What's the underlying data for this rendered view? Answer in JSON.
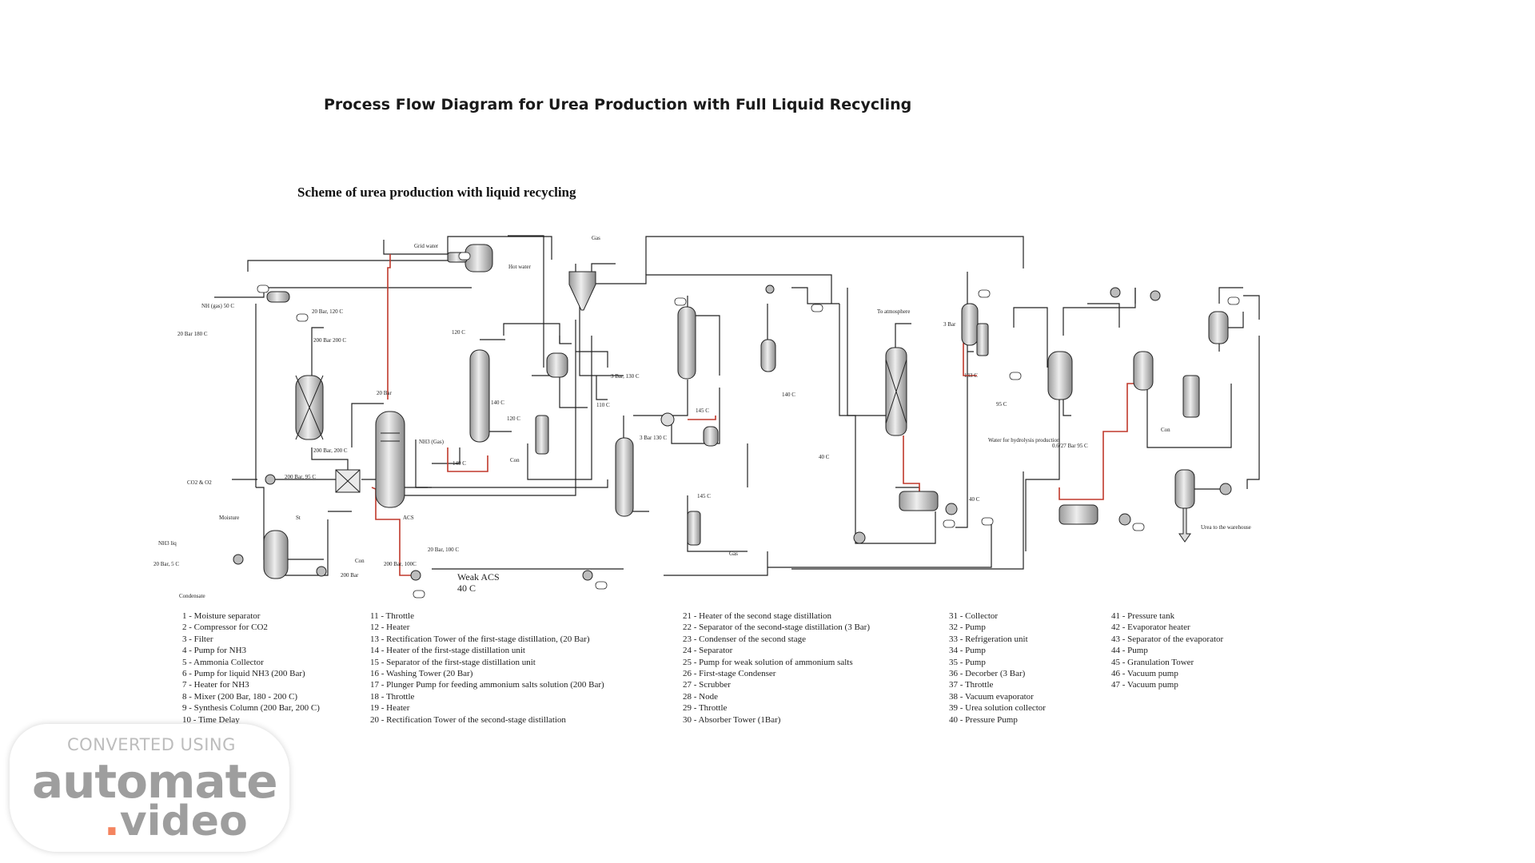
{
  "title": "Process Flow Diagram for Urea Production with Full Liquid Recycling",
  "subtitle": "Scheme of urea production with liquid recycling",
  "labels": {
    "gas_top": "Gas",
    "grid_water": "Grid water",
    "hot_water": "Hot water",
    "nh_gas": "NH (gas) 50 C",
    "p20bar180c": "20 Bar 180 C",
    "p20bar120c": "20 Bar, 120 C",
    "p200bar200c_a": "200 Bar 200 C",
    "p200bar200c_b": "200 Bar, 200 C",
    "c120_a": "120 C",
    "c140_a": "140 C",
    "c120_b": "120 C",
    "c140_b": "140 C",
    "c140_c": "140 C",
    "p20bar": "20 Bar",
    "nh3_gas": "NH3 (Gas)",
    "con_a": "Con",
    "p3bar130c_a": "3 Bar, 130 C",
    "c110": "110 C",
    "c145_a": "145 C",
    "p3bar130c_b": "3 Bar 130 C",
    "c145_b": "145 C",
    "gas_bottom": "Gas",
    "c140_d": "140 C",
    "to_atmosphere": "To atmosphere",
    "c40_a": "40 C",
    "p3bar": "3 Bar",
    "c133": "133 C",
    "c95": "95 C",
    "water_hydrolysis": "Water for hydrolysis production",
    "c40_b": "40 C",
    "vacuum_label": "0.6/27 Bar 95 C",
    "con_b": "Con",
    "urea_warehouse": "Urea to the warehouse",
    "co2": "CO2 & O2",
    "moisture": "Moisture",
    "p200bar95c": "200 Bar, 95 C",
    "st": "St",
    "con_c": "Con",
    "nh3_liq": "NH3 liq",
    "p20bar5c": "20 Bar, 5 C",
    "condensate": "Condensate",
    "p200bar_a": "200 Bar",
    "acs": "ACS",
    "p200bar100c": "200 Bar, 100C",
    "p20bar100c": "20 Bar, 100 C",
    "weak_acs": "Weak ACS",
    "c40_weak": "40 C"
  },
  "legend": {
    "col1": [
      "1 - Moisture separator",
      "2 - Compressor for CO2",
      "3 - Filter",
      "4 - Pump for NH3",
      "5 - Ammonia Collector",
      "6 - Pump for liquid NH3 (200 Bar)",
      "7 - Heater for NH3",
      "8 - Mixer (200 Bar, 180 - 200 C)",
      "9 - Synthesis Column (200 Bar, 200 C)",
      "10 - Time Delay"
    ],
    "col2": [
      "11 - Throttle",
      "12 - Heater",
      "13 - Rectification Tower of the first-stage distillation, (20 Bar)",
      "14 - Heater of the first-stage distillation unit",
      "15 - Separator of the first-stage distillation unit",
      "16 - Washing Tower (20 Bar)",
      "17 - Plunger Pump for feeding ammonium salts solution (200 Bar)",
      "18 - Throttle",
      "19 - Heater",
      "20 - Rectification Tower of the second-stage distillation"
    ],
    "col3": [
      "21 - Heater of the second stage distillation",
      "22 - Separator of the second-stage distillation (3 Bar)",
      "23 - Condenser of the second stage",
      "24 - Separator",
      "25 - Pump for weak solution of ammonium salts",
      "26 - First-stage Condenser",
      "27 - Scrubber",
      "28 - Node",
      "29 - Throttle",
      "30 - Absorber Tower (1Bar)"
    ],
    "col4": [
      "31 - Collector",
      "32 - Pump",
      "33 - Refrigeration unit",
      "34 - Pump",
      "35 - Pump",
      "36 - Decorber (3 Bar)",
      "37 - Throttle",
      "38 - Vacuum evaporator",
      "39 - Urea solution collector",
      "40 - Pressure Pump"
    ],
    "col5": [
      "41 - Pressure tank",
      "42 - Evaporator heater",
      "43 - Separator of the evaporator",
      "44 - Pump",
      "45 - Granulation Tower",
      "46 - Vacuum pump",
      "47 - Vacuum pump"
    ]
  },
  "watermark": {
    "line1": "CONVERTED USING",
    "line2": "automate",
    "dot": ".",
    "line3": "video"
  },
  "colors": {
    "line": "#222222",
    "recycle": "#c0392b",
    "vessel_fill": "#d9d9d9"
  }
}
